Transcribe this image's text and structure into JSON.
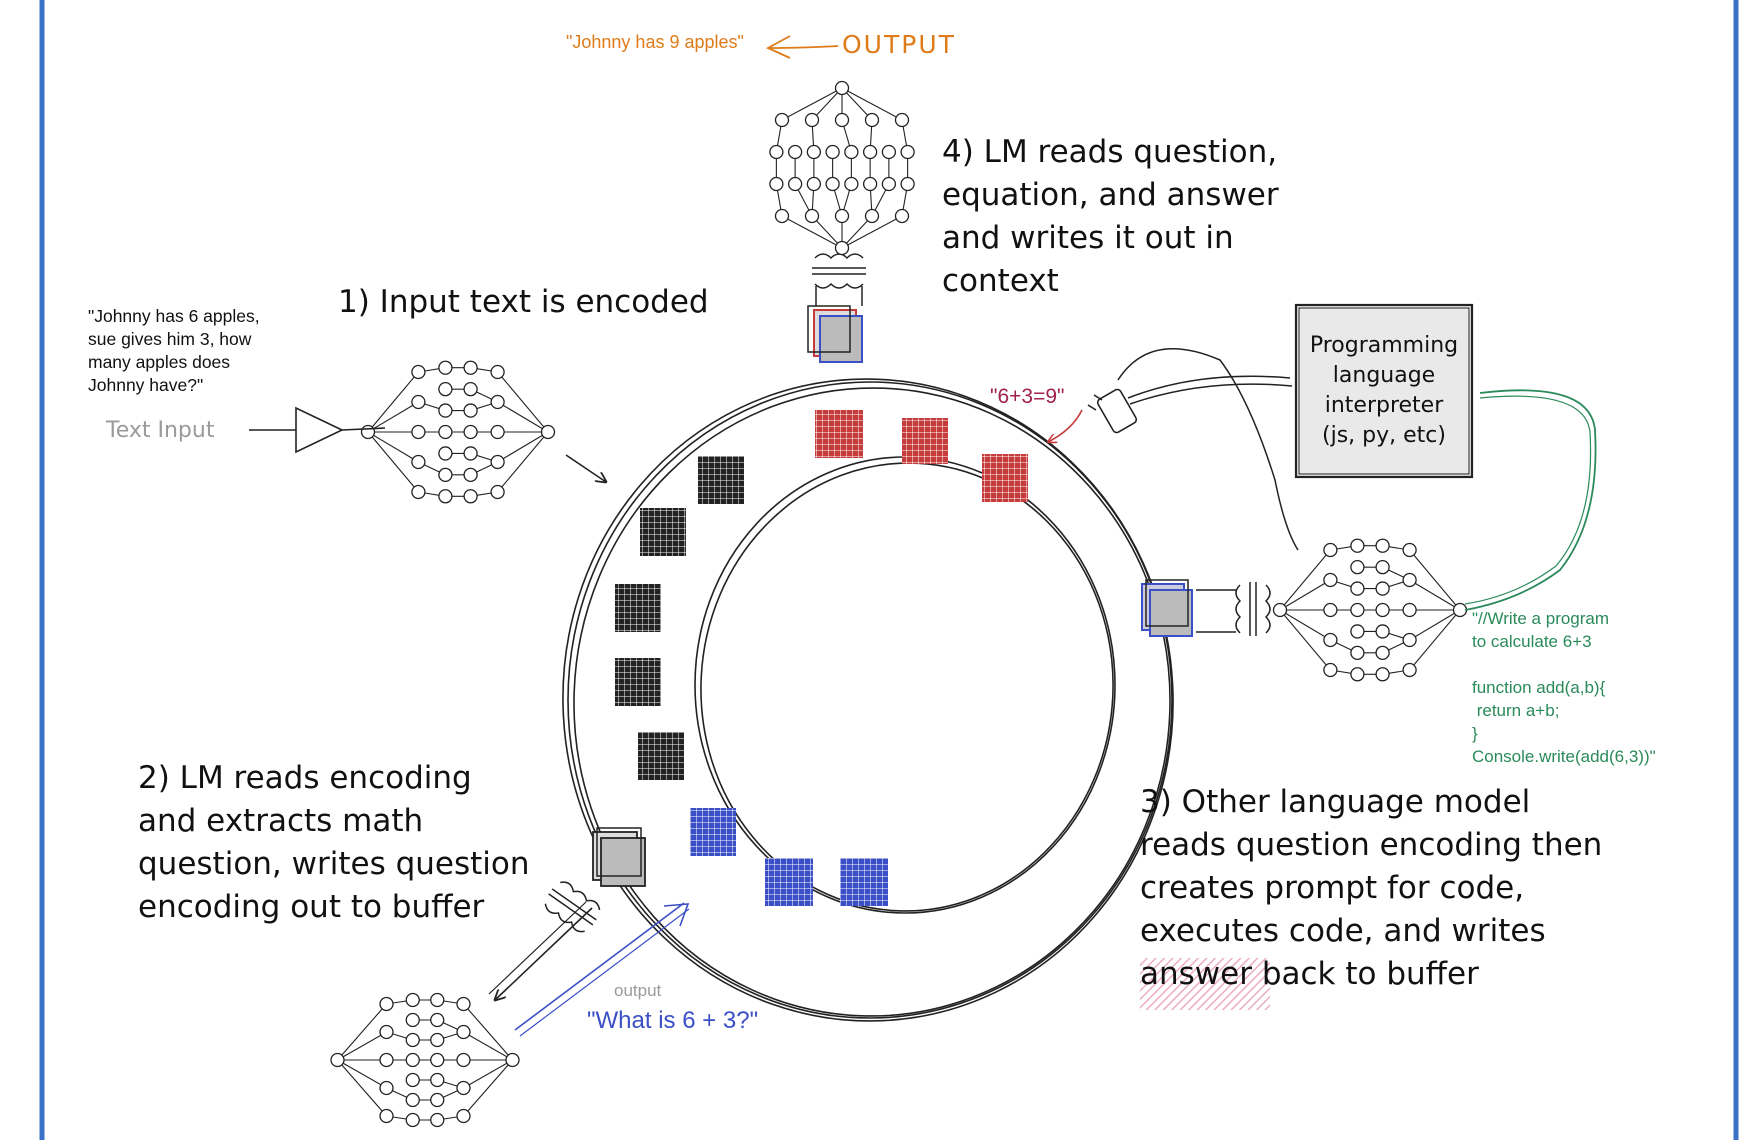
{
  "labels": {
    "output_text": "\"Johnny has 9 apples\"",
    "output_label": "OUTPUT",
    "step4": [
      "4) LM reads question,",
      "equation, and answer",
      "and writes it out in",
      "context"
    ],
    "step1": "1) Input text is encoded",
    "input_text": [
      "\"Johnny has 6 apples,",
      "sue gives him 3, how",
      "many apples does",
      "Johnny have?\""
    ],
    "text_input_label": "Text Input",
    "equation": "\"6+3=9\"",
    "interpreter": [
      "Programming",
      "language",
      "interpreter",
      "(js, py, etc)"
    ],
    "code": [
      "\"//Write a program",
      "to calculate 6+3",
      "",
      "function add(a,b){",
      " return a+b;",
      "}",
      "Console.write(add(6,3))\""
    ],
    "step2": [
      "2) LM reads encoding",
      "and extracts math",
      "question, writes question",
      "encoding out to buffer"
    ],
    "step3": [
      "3) Other language model",
      "reads question encoding then",
      "creates prompt for code,",
      "executes code, and writes"
    ],
    "step3_answer": "answer",
    "step3_tail": " back to buffer",
    "question_caption": "output",
    "question_text": "\"What is 6 + 3?\""
  },
  "colors": {
    "frame": "#3a72c9",
    "orange": "#e07b1a",
    "red_block": "#c63b3b",
    "blue_block": "#3b4fc6",
    "black_block": "#222222",
    "green": "#2a8a5a",
    "crimson": "#a0224a",
    "gray": "#9a9a9a",
    "highlight": "#e8a0b8"
  },
  "icons": [
    "neural-network-icon",
    "transformer-icon",
    "amplifier-icon",
    "plug-icon"
  ]
}
